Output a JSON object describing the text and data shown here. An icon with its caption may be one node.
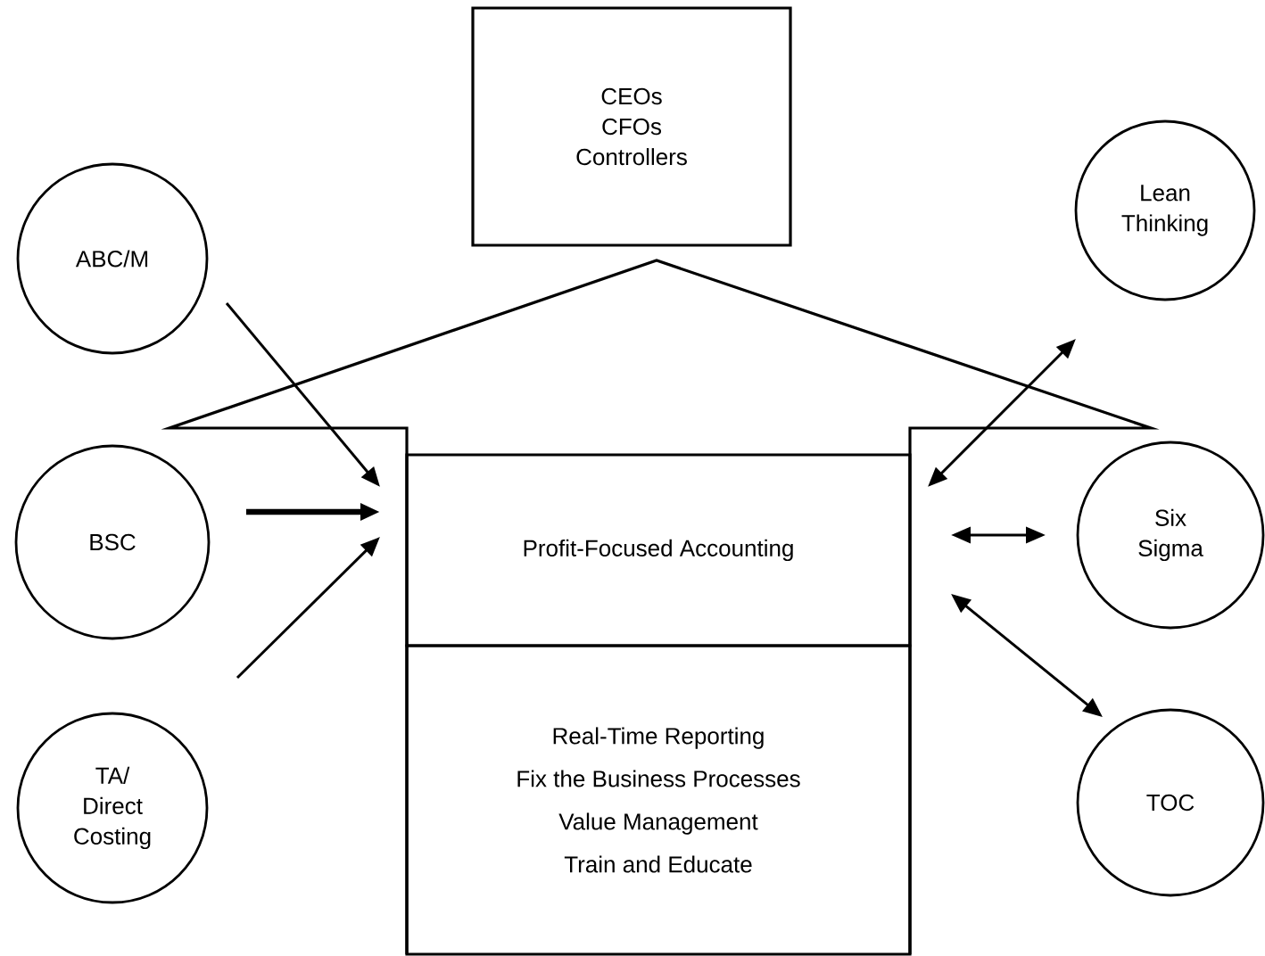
{
  "diagram": {
    "nodes": [
      {
        "text": [
          "CEOs",
          "CFOs",
          "Controllers"
        ]
      },
      {
        "text": [
          "ABC/M"
        ]
      },
      {
        "text": [
          "BSC"
        ]
      },
      {
        "text": [
          "TA/ Direct Costing"
        ]
      },
      {
        "text": [
          "Profit-Focused Accounting"
        ]
      },
      {
        "text": [
          "Real-Time Reporting",
          "Fix the Business Processes",
          "Value Management",
          "Train and Educate"
        ]
      },
      {
        "text": [
          "Lean Thinking"
        ]
      },
      {
        "text": [
          "Six Sigma"
        ]
      },
      {
        "text": [
          "TOC"
        ]
      }
    ],
    "edges": [
      {
        "from": 1,
        "to": 4,
        "arrow": "to"
      },
      {
        "from": 2,
        "to": 4,
        "arrow": "to",
        "style": "thick"
      },
      {
        "from": 3,
        "to": 4,
        "arrow": "to"
      },
      {
        "from": 4,
        "to": 6,
        "arrow": "both"
      },
      {
        "from": 4,
        "to": 7,
        "arrow": "both"
      },
      {
        "from": 4,
        "to": 8,
        "arrow": "both"
      }
    ]
  }
}
